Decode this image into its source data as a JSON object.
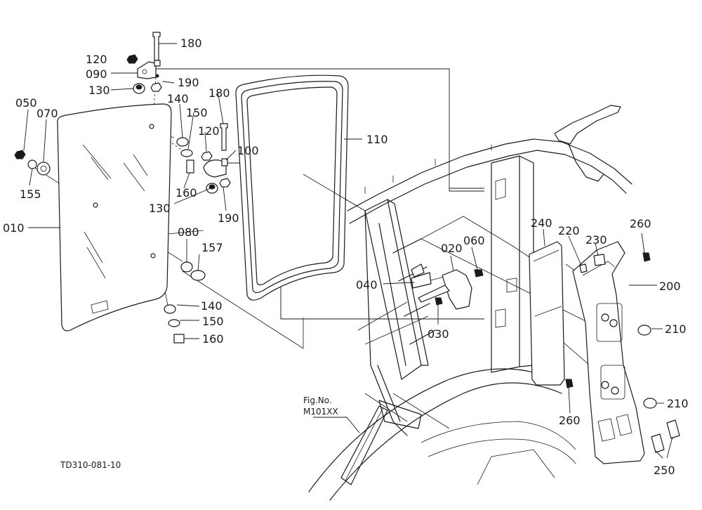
{
  "diagram": {
    "part_labels": {
      "p010": "010",
      "p020": "020",
      "p030": "030",
      "p040": "040",
      "p050": "050",
      "p060": "060",
      "p070": "070",
      "p080": "080",
      "p090": "090",
      "p100": "100",
      "p110": "110",
      "p120a": "120",
      "p120b": "120",
      "p130a": "130",
      "p130b": "130",
      "p140a": "140",
      "p140b": "140",
      "p150a": "150",
      "p150b": "150",
      "p155": "155",
      "p157": "157",
      "p160a": "160",
      "p160b": "160",
      "p180a": "180",
      "p180b": "180",
      "p190a": "190",
      "p190b": "190",
      "p200": "200",
      "p210a": "210",
      "p210b": "210",
      "p220": "220",
      "p230": "230",
      "p240": "240",
      "p250": "250",
      "p260a": "260",
      "p260b": "260"
    },
    "fig_ref_line1": "Fig.No.",
    "fig_ref_line2": "M101XX",
    "drawing_code": "TD310-081-10"
  }
}
